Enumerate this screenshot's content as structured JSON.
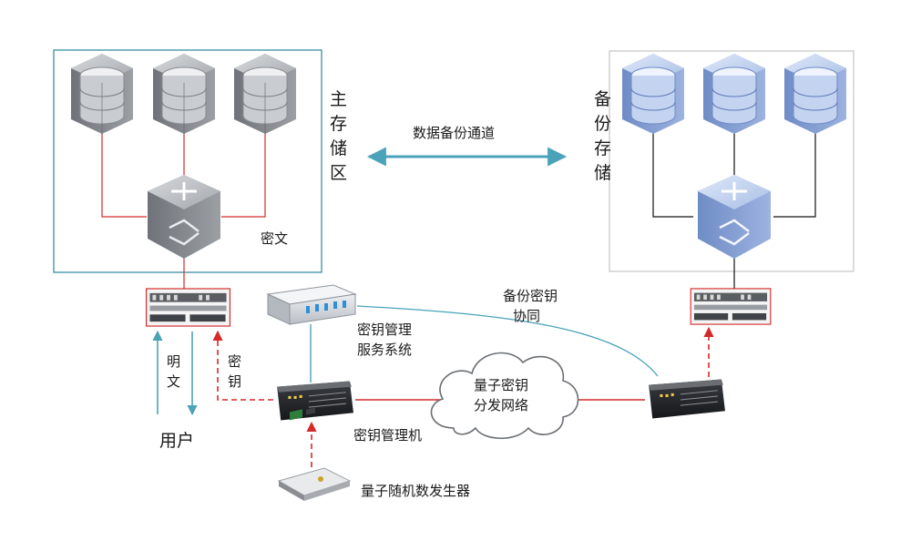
{
  "labels": {
    "primary_storage": "主存储区",
    "backup_storage": "备份存储",
    "backup_channel": "数据备份通道",
    "ciphertext": "密文",
    "plaintext": "明文",
    "key": "密钥",
    "user": "用户",
    "kms": "密钥管理服务系统",
    "key_sync": "备份密钥协同",
    "qkd_network": "量子密钥分发网络",
    "key_manager": "密钥管理机",
    "qrng": "量子随机数发生器"
  },
  "colors": {
    "red_link": "#d42a2a",
    "teal_link": "#4aa3b8",
    "black_link": "#111111",
    "primary_frame": "#3a8fa3",
    "backup_frame": "#c8c8c8",
    "grey_device": "#8a8e94",
    "blue_device": "#7f9fd4"
  },
  "icons": {
    "database": "database-icon",
    "switch": "switch-icon",
    "encryptor": "encryptor-icon",
    "server": "server-icon",
    "cloud": "cloud-icon",
    "qrng_board": "circuit-board-icon"
  }
}
